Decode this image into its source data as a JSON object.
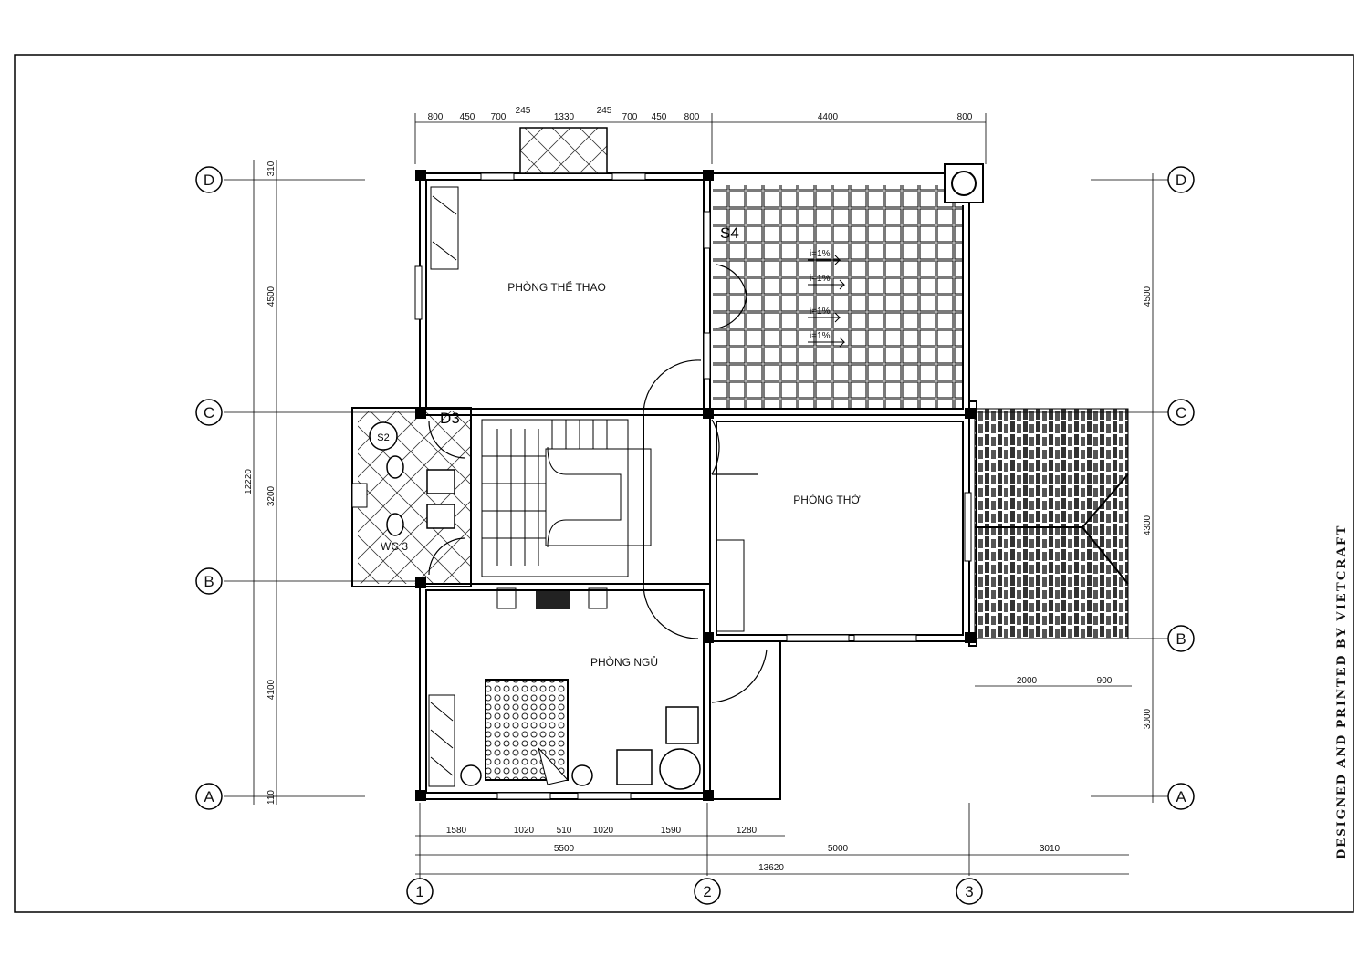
{
  "rooms": {
    "sports_room": "PHÒNG THỂ THAO",
    "worship_room": "PHÒNG THỜ",
    "bedroom": "PHÒNG NGỦ",
    "wc": "WC 3"
  },
  "tags": {
    "s4": "S4",
    "d3": "D3",
    "s2": "S2"
  },
  "slope_marks": [
    "i=1%",
    "i=1%",
    "i=1%",
    "i=1%"
  ],
  "grid_axes": {
    "rows": [
      "D",
      "C",
      "B",
      "A"
    ],
    "cols": [
      "1",
      "2",
      "3"
    ]
  },
  "dims_top": [
    "800",
    "450",
    "700",
    "245",
    "1330",
    "245",
    "700",
    "450",
    "800",
    "4400",
    "800"
  ],
  "dims_bottom_1": [
    "1580",
    "1020",
    "510",
    "1020",
    "1590",
    "1280"
  ],
  "dims_bottom_2": [
    "5500",
    "5000",
    "3010"
  ],
  "dims_bottom_total": "13620",
  "dims_left_outer": "12220",
  "dims_left_inner": [
    "310",
    "4500",
    "3200",
    "4100",
    "110"
  ],
  "dims_right": [
    "4500",
    "4300",
    "3000"
  ],
  "dims_roof": [
    "2000",
    "900"
  ],
  "credit": "DESIGNED AND PRINTED BY VIETCRAFT"
}
